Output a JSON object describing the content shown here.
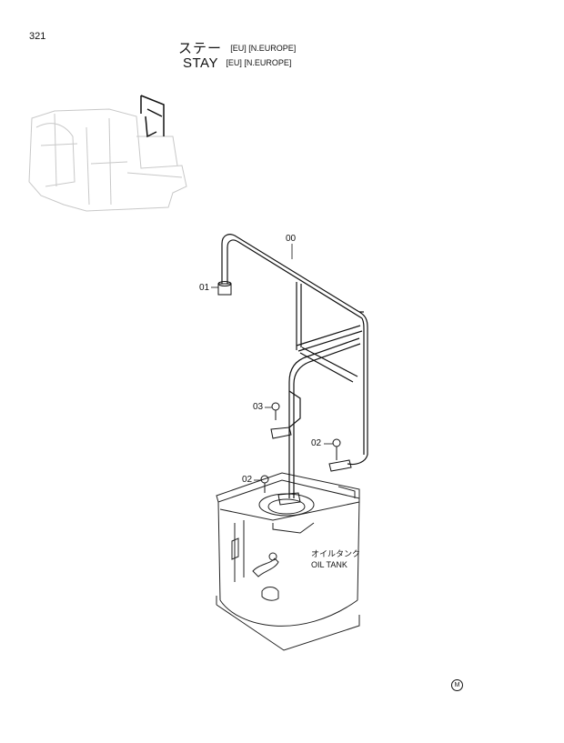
{
  "page": {
    "number": "321"
  },
  "title": {
    "japanese": "ステー",
    "english": "STAY",
    "tags": "[EU] [N.EUROPE]"
  },
  "parts": {
    "p00": "00",
    "p01": "01",
    "p02a": "02",
    "p02b": "02",
    "p03": "03"
  },
  "tank": {
    "japanese": "オイルタンク",
    "english": "OIL TANK"
  },
  "mark": "M"
}
